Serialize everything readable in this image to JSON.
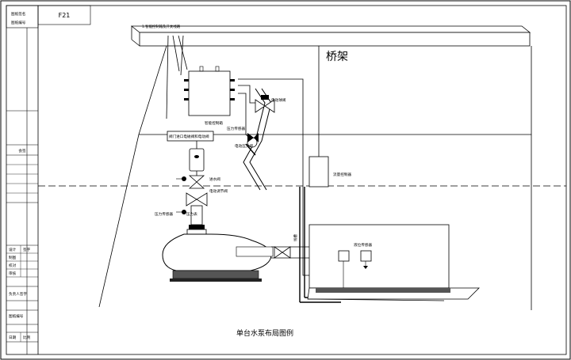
{
  "sheet": {
    "page_number": "F21",
    "top_notes": [
      "图纸签名",
      "图纸编号"
    ],
    "caption": "单台水泵布局图例"
  },
  "title_block": {
    "section_header": "会签",
    "cells": [
      "设计",
      "签字",
      "制图",
      "校对",
      "审核",
      "负责人签字",
      "图纸编号",
      "日期",
      "比例"
    ]
  },
  "diagram": {
    "tray_label": "桥架",
    "tray_inner_text": "1.智能控制箱及开关线路",
    "labels": {
      "control_box": "智能控制箱",
      "motor_valve_top": "电动球阀",
      "pressure_sensor_mid": "压力传感器",
      "pressure_valve_bottom": "电动压力阀",
      "inlet_valve_monitor": "阀门进口电磁阀和电动阀",
      "inlet_valve": "进水阀",
      "electric_pump_valve": "电动调节阀",
      "pressure_sensor_left": "压力传感器",
      "pressure_gauge": "压力表",
      "flow_controller": "流量控制器",
      "level_sensor": "液位传感器",
      "cable_note": "线槽"
    }
  }
}
